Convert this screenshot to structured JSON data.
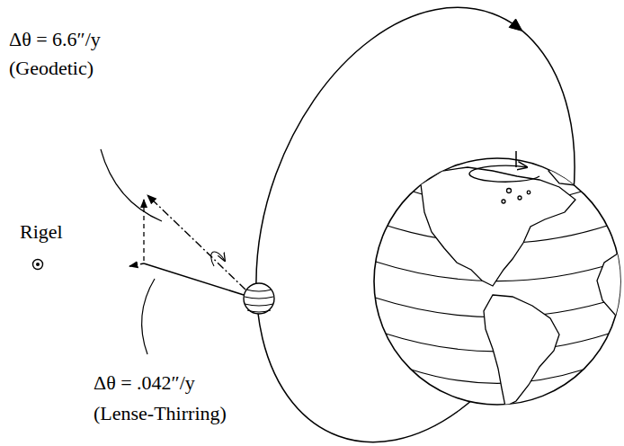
{
  "diagram": {
    "labels": [
      "Δθ = 6.6″/y",
      "(Geodetic)",
      "Rigel",
      "Δθ = .042″/y",
      "(Lense-Thirring)"
    ]
  }
}
